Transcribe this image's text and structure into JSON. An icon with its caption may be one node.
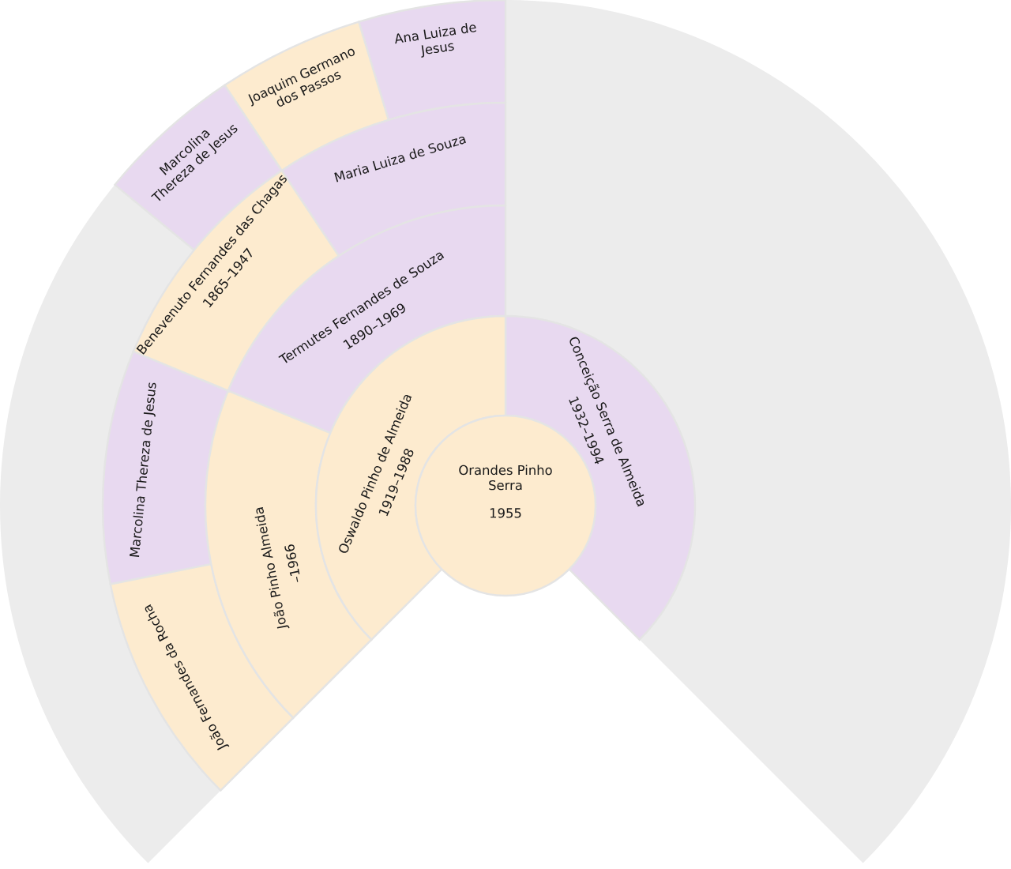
{
  "diagram": {
    "nodes": [
      {
        "text": [
          "Orandes Pinho Serra",
          "1955"
        ]
      },
      {
        "text": [
          "Oswaldo Pinho de Almeida",
          "1919–1988"
        ]
      },
      {
        "text": [
          "Conceição Serra de Almeida",
          "1932–1994"
        ]
      },
      {
        "text": [
          "João Pinho Almeida",
          "–1966"
        ]
      },
      {
        "text": [
          "Termutes Fernandes de Souza",
          "1890–1969"
        ]
      },
      {
        "text": [
          "João Fernandes da Rocha"
        ]
      },
      {
        "text": [
          "Marcolina Thereza de Jesus"
        ]
      },
      {
        "text": [
          "Benevenuto Fernandes das Chagas",
          "1865–1947"
        ]
      },
      {
        "text": [
          "Maria Luiza de Souza"
        ]
      },
      {
        "text": [
          "Marcolina Thereza de Jesus"
        ]
      },
      {
        "text": [
          "Joaquim Germano dos Passos"
        ]
      },
      {
        "text": [
          "Ana Luiza de Jesus"
        ]
      }
    ]
  }
}
